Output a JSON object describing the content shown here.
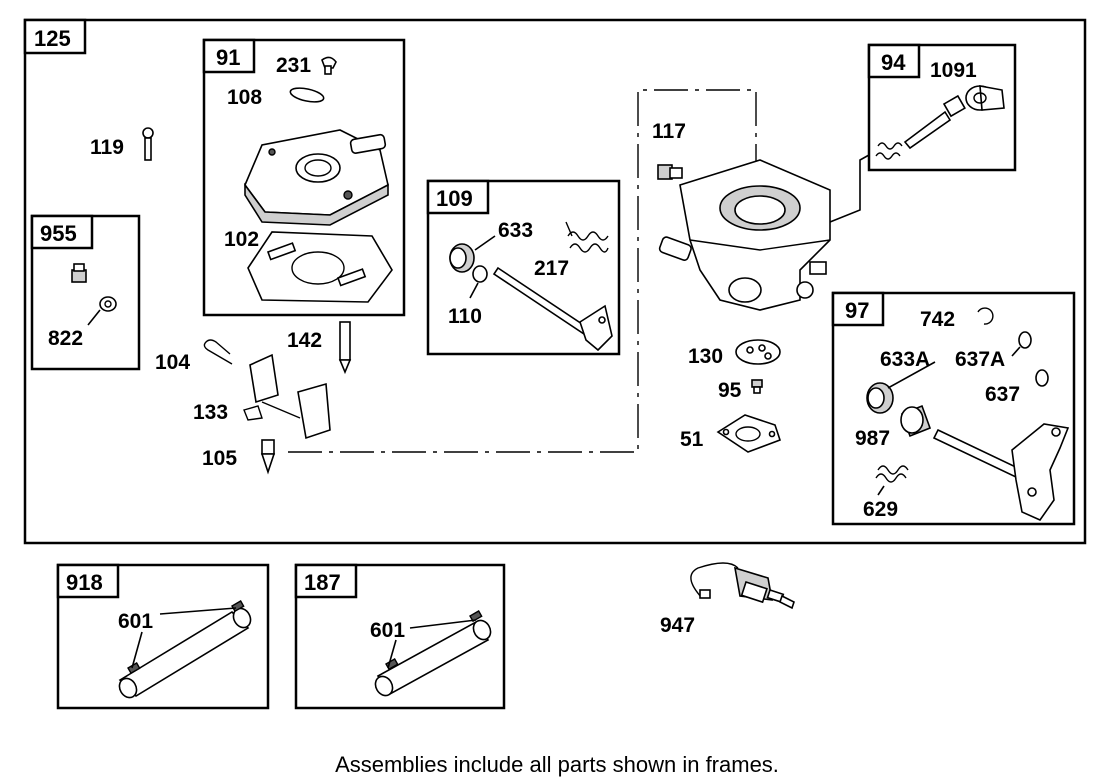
{
  "frames": {
    "main": "125",
    "f91": "91",
    "f955": "955",
    "f109": "109",
    "f94": "94",
    "f97": "97",
    "f918": "918",
    "f187": "187"
  },
  "labels": {
    "l231": "231",
    "l108": "108",
    "l102": "102",
    "l119": "119",
    "l822": "822",
    "l633": "633",
    "l217": "217",
    "l110": "110",
    "l117": "117",
    "l1091": "1091",
    "l142": "142",
    "l104": "104",
    "l133": "133",
    "l105": "105",
    "l130": "130",
    "l95": "95",
    "l51": "51",
    "l742": "742",
    "l633a": "633A",
    "l637a": "637A",
    "l637": "637",
    "l987": "987",
    "l629": "629",
    "l601a": "601",
    "l601b": "601",
    "l947": "947"
  },
  "footer": "Assemblies include all parts shown in frames."
}
